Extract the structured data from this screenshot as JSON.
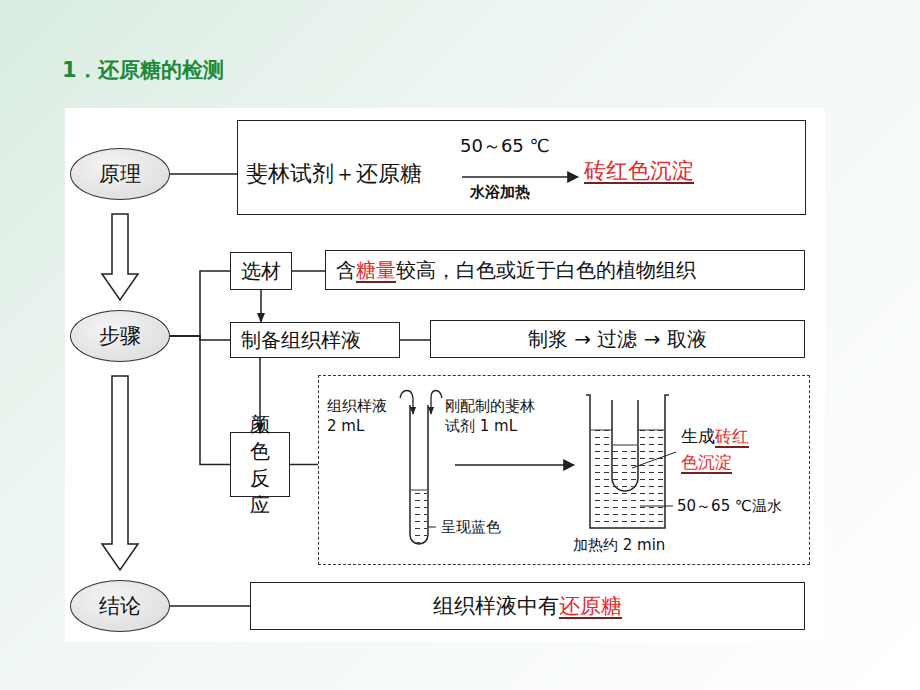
{
  "diagram": {
    "title": "1．还原糖的检测",
    "nodes": [
      {
        "text": [
          "原理"
        ]
      },
      {
        "text": [
          "斐林试剂＋还原糖",
          "50～65 ℃",
          "水浴加热",
          "砖红色沉淀"
        ]
      },
      {
        "text": [
          "步骤"
        ]
      },
      {
        "text": [
          "选材"
        ]
      },
      {
        "text": [
          "含",
          "糖量",
          "较高，白色或近于白色的植物组织"
        ]
      },
      {
        "text": [
          "制备组织样液"
        ]
      },
      {
        "text": [
          "制浆 → 过滤 → 取液"
        ]
      },
      {
        "text": [
          "颜色 反应"
        ]
      },
      {
        "text": [
          "组织样液 2 mL",
          "刚配制的斐林试剂 1 mL",
          "呈现蓝色",
          "生成",
          "砖红色沉淀",
          "50～65 ℃温水",
          "加热约 2 min"
        ]
      },
      {
        "text": [
          "结论"
        ]
      },
      {
        "text": [
          "组织样液中有",
          "还原糖"
        ]
      }
    ],
    "edges": [
      {
        "from": 0,
        "to": 1,
        "arrow": "none"
      },
      {
        "from": 0,
        "to": 2,
        "arrow": "to"
      },
      {
        "from": 2,
        "to": 3,
        "arrow": "none"
      },
      {
        "from": 2,
        "to": 5,
        "arrow": "none"
      },
      {
        "from": 2,
        "to": 7,
        "arrow": "none"
      },
      {
        "from": 3,
        "to": 4,
        "arrow": "none"
      },
      {
        "from": 3,
        "to": 5,
        "arrow": "to"
      },
      {
        "from": 5,
        "to": 6,
        "arrow": "none"
      },
      {
        "from": 5,
        "to": 7,
        "arrow": "to"
      },
      {
        "from": 7,
        "to": 8,
        "arrow": "none"
      },
      {
        "from": 2,
        "to": 9,
        "arrow": "to"
      },
      {
        "from": 9,
        "to": 10,
        "arrow": "none"
      }
    ]
  }
}
